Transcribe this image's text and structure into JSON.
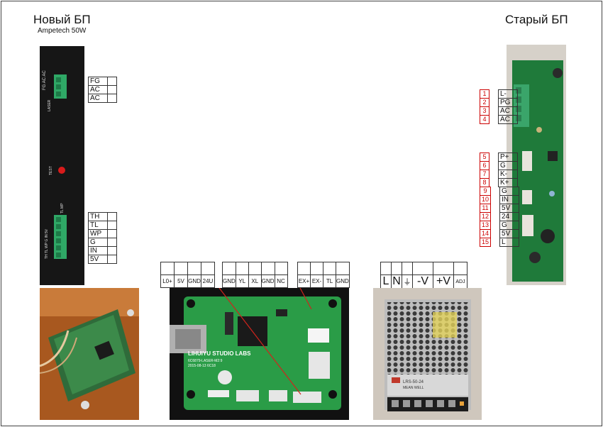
{
  "new_psu": {
    "title": "Новый БП",
    "subtitle": "Ampetech 50W",
    "board_labels": {
      "top_connector": "FG AC AC",
      "laser": "LASER",
      "test": "TEST",
      "left_connector": "TH TL WP G IN 5V",
      "tl_mp": "TL MP"
    },
    "top_pins": [
      "FG",
      "AC",
      "AC"
    ],
    "bottom_pins": [
      "TH",
      "TL",
      "WP",
      "G",
      "IN",
      "5V"
    ]
  },
  "old_psu": {
    "title": "Старый БП",
    "groups": [
      {
        "pins": [
          {
            "num": "1",
            "label": "L-"
          },
          {
            "num": "2",
            "label": "PG"
          },
          {
            "num": "3",
            "label": "AC"
          },
          {
            "num": "4",
            "label": "AC"
          }
        ]
      },
      {
        "pins": [
          {
            "num": "5",
            "label": "P+"
          },
          {
            "num": "6",
            "label": "G"
          },
          {
            "num": "7",
            "label": "K-"
          },
          {
            "num": "8",
            "label": "K+"
          }
        ]
      },
      {
        "pins": [
          {
            "num": "9",
            "label": "G"
          },
          {
            "num": "10",
            "label": "IN"
          },
          {
            "num": "11",
            "label": "5V"
          }
        ]
      },
      {
        "pins": [
          {
            "num": "12",
            "label": "24"
          },
          {
            "num": "13",
            "label": "G"
          },
          {
            "num": "14",
            "label": "5V"
          },
          {
            "num": "15",
            "label": "L"
          }
        ]
      }
    ]
  },
  "controller": {
    "header_groups": [
      [
        "L0+",
        "5V",
        "GND",
        "24U"
      ],
      [
        "GND",
        "YL",
        "XL",
        "GND",
        "NC"
      ],
      [
        "EX+",
        "EX-",
        "TL",
        "GND"
      ]
    ],
    "board_text": [
      "LIHUIYU STUDIO LABS",
      "6C6879-LASER-M2:9",
      "2015-08-13 6C18"
    ]
  },
  "meanwell": {
    "header": [
      "L",
      "N",
      "⏚",
      "-V",
      "+V",
      "ADJ"
    ],
    "case_text": [
      "LRS-50-24",
      "MEAN WELL"
    ]
  }
}
